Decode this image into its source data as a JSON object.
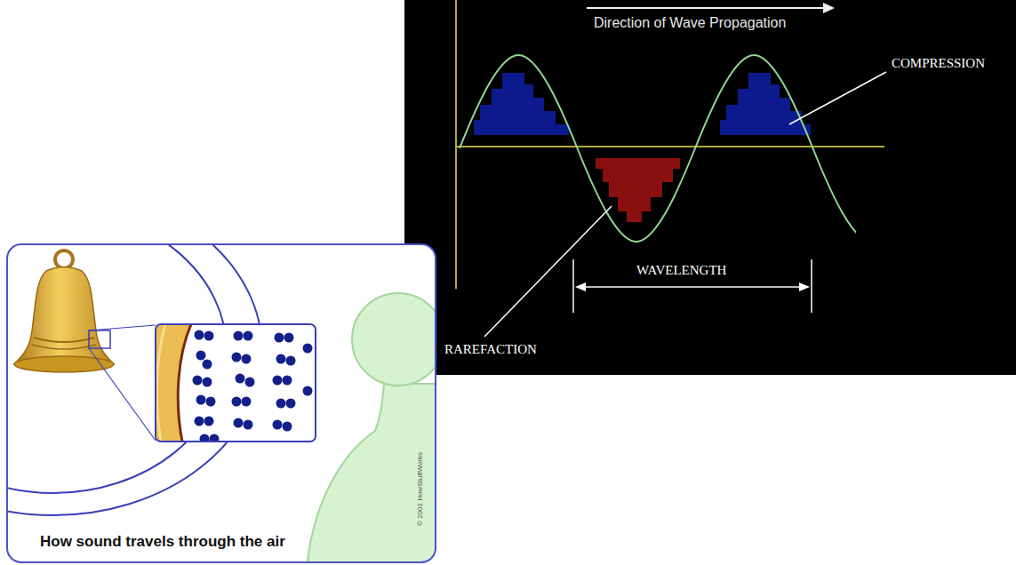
{
  "diagram": {
    "labels": [
      "Direction of Wave Propagation",
      "COMPRESSION",
      "RAREFACTION",
      "WAVELENGTH",
      "How sound travels through the air",
      "© 2001 HowStuffWorks"
    ]
  }
}
